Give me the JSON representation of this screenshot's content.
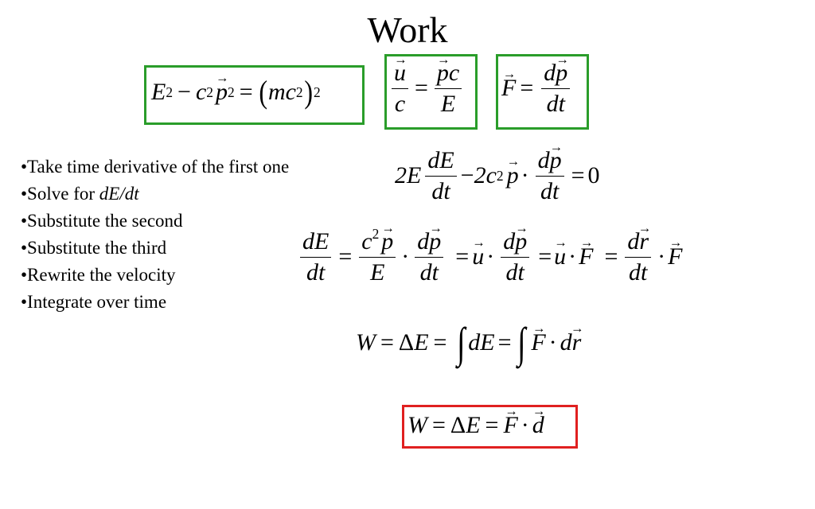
{
  "slide": {
    "title": "Work",
    "bullets": [
      {
        "text": "•Take time derivative of the first one",
        "em": ""
      },
      {
        "text": "•Solve for ",
        "em": "dE/dt"
      },
      {
        "text": "•Substitute the second",
        "em": ""
      },
      {
        "text": "•Substitute the third",
        "em": ""
      },
      {
        "text": "•Rewrite the velocity",
        "em": ""
      },
      {
        "text": "•Integrate over time",
        "em": ""
      }
    ],
    "colors": {
      "green_box": "#2a9d2a",
      "red_box": "#e02020"
    }
  },
  "eq": {
    "E": "E",
    "c": "c",
    "m": "m",
    "u": "u",
    "p": "p",
    "F": "F",
    "r": "r",
    "d": "d",
    "W": "W",
    "t": "t",
    "dt": "dt",
    "dE": "dE",
    "dp": "dp",
    "dr": "dr",
    "pc": "pc",
    "two": "2",
    "zero": "0",
    "minus": "−",
    "eq": "=",
    "dot": "·",
    "delta": "Δ",
    "lparen": "(",
    "rparen": ")",
    "integral": "∫",
    "mc": "mc",
    "twoE": "2E",
    "twoc": "2c",
    "d_letter": "d"
  }
}
